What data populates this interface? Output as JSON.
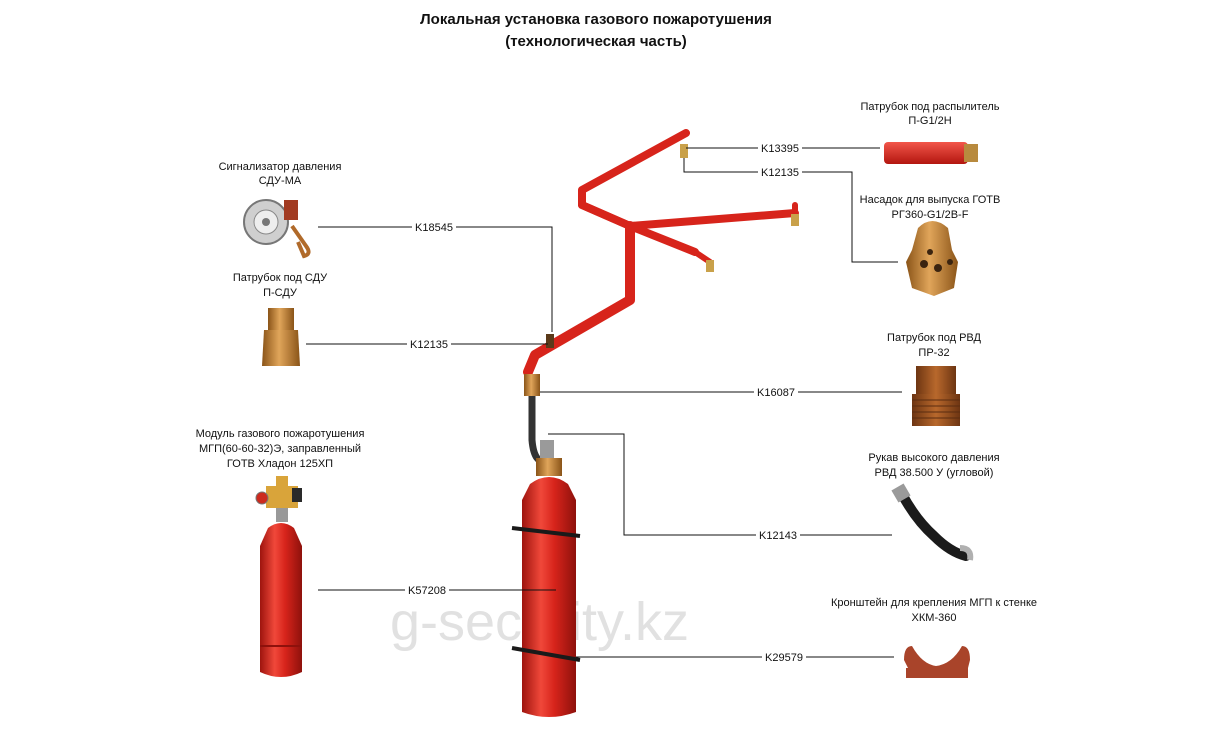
{
  "title": {
    "line1": "Локальная установка газового пожаротушения",
    "line2": "(технологическая часть)"
  },
  "components": {
    "nozzle_pipe": {
      "line1": "Патрубок под распылитель",
      "line2": "П-G1/2Н",
      "code": "K13395"
    },
    "nozzle": {
      "line1": "Насадок для выпуска ГОТВ",
      "line2": "РГ360-G1/2В-F",
      "code": "K12135"
    },
    "pressure_switch": {
      "line1": "Сигнализатор давления",
      "line2": "СДУ-МА",
      "code": "K18545"
    },
    "sdu_pipe": {
      "line1": "Патрубок под СДУ",
      "line2": "П-СДУ",
      "code": "K12135"
    },
    "rvd_pipe": {
      "line1": "Патрубок под РВД",
      "line2": "ПР-32",
      "code": "K16087"
    },
    "module": {
      "line1": "Модуль газового пожаротушения",
      "line2": "МГП(60-60-32)Э, заправленный",
      "line3": "ГОТВ Хладон 125ХП",
      "code": "K57208"
    },
    "hose": {
      "line1": "Рукав высокого давления",
      "line2": "РВД 38.500 У (угловой)",
      "code": "K12143"
    },
    "bracket": {
      "line1": "Кронштейн для крепления МГП к стенке",
      "line2": "ХКМ-360",
      "code": "K29579"
    }
  },
  "watermark": "g-security.kz",
  "colors": {
    "pipe": "#e0261c",
    "cylinder": "#d9261c",
    "brass": "#c98a3a",
    "leader": "#111111"
  }
}
